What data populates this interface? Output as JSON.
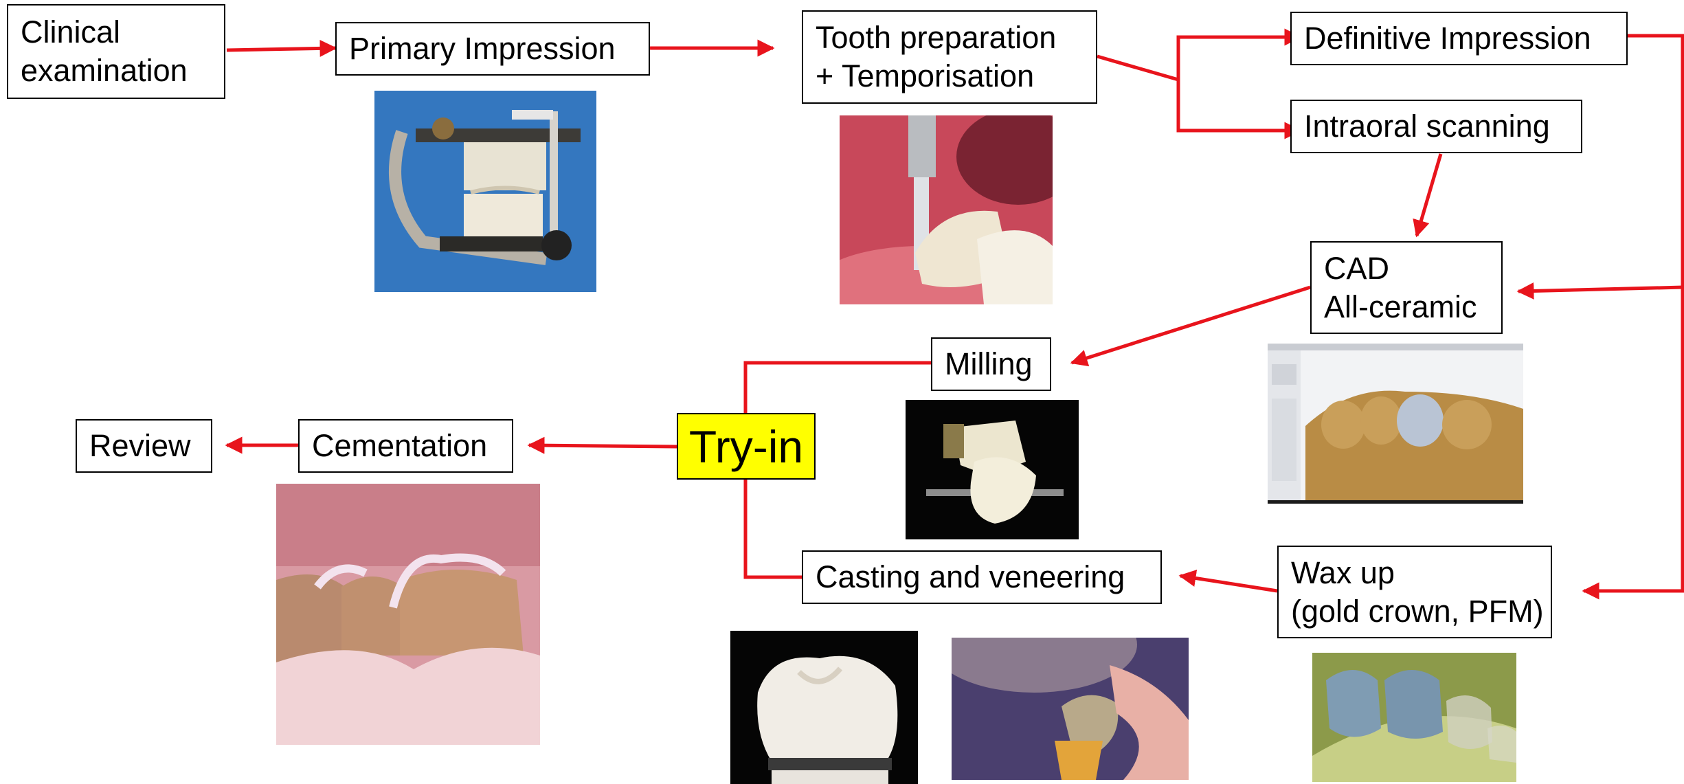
{
  "colors": {
    "arrow": "#e8141c",
    "box_border": "#000000",
    "try_in_fill": "#ffff00"
  },
  "steps": {
    "clinical_examination": {
      "line1": "Clinical",
      "line2": "examination"
    },
    "primary_impression": "Primary Impression",
    "tooth_preparation": {
      "line1": "Tooth preparation",
      "line2": "+ Temporisation"
    },
    "definitive_impression": "Definitive Impression",
    "intraoral_scanning": "Intraoral scanning",
    "cad": {
      "line1": "CAD",
      "line2": "All-ceramic"
    },
    "milling": "Milling",
    "try_in": "Try-in",
    "cementation": "Cementation",
    "review": "Review",
    "casting_veneering": "Casting and veneering",
    "wax_up": {
      "line1": "Wax up",
      "line2": "(gold crown, PFM)"
    }
  },
  "photos": [
    "articulator-photo",
    "tooth-preparation-photo",
    "cad-software-screenshot",
    "milled-block-photo",
    "cementation-photo",
    "crown-photo",
    "veneering-photo",
    "wax-up-photo"
  ]
}
